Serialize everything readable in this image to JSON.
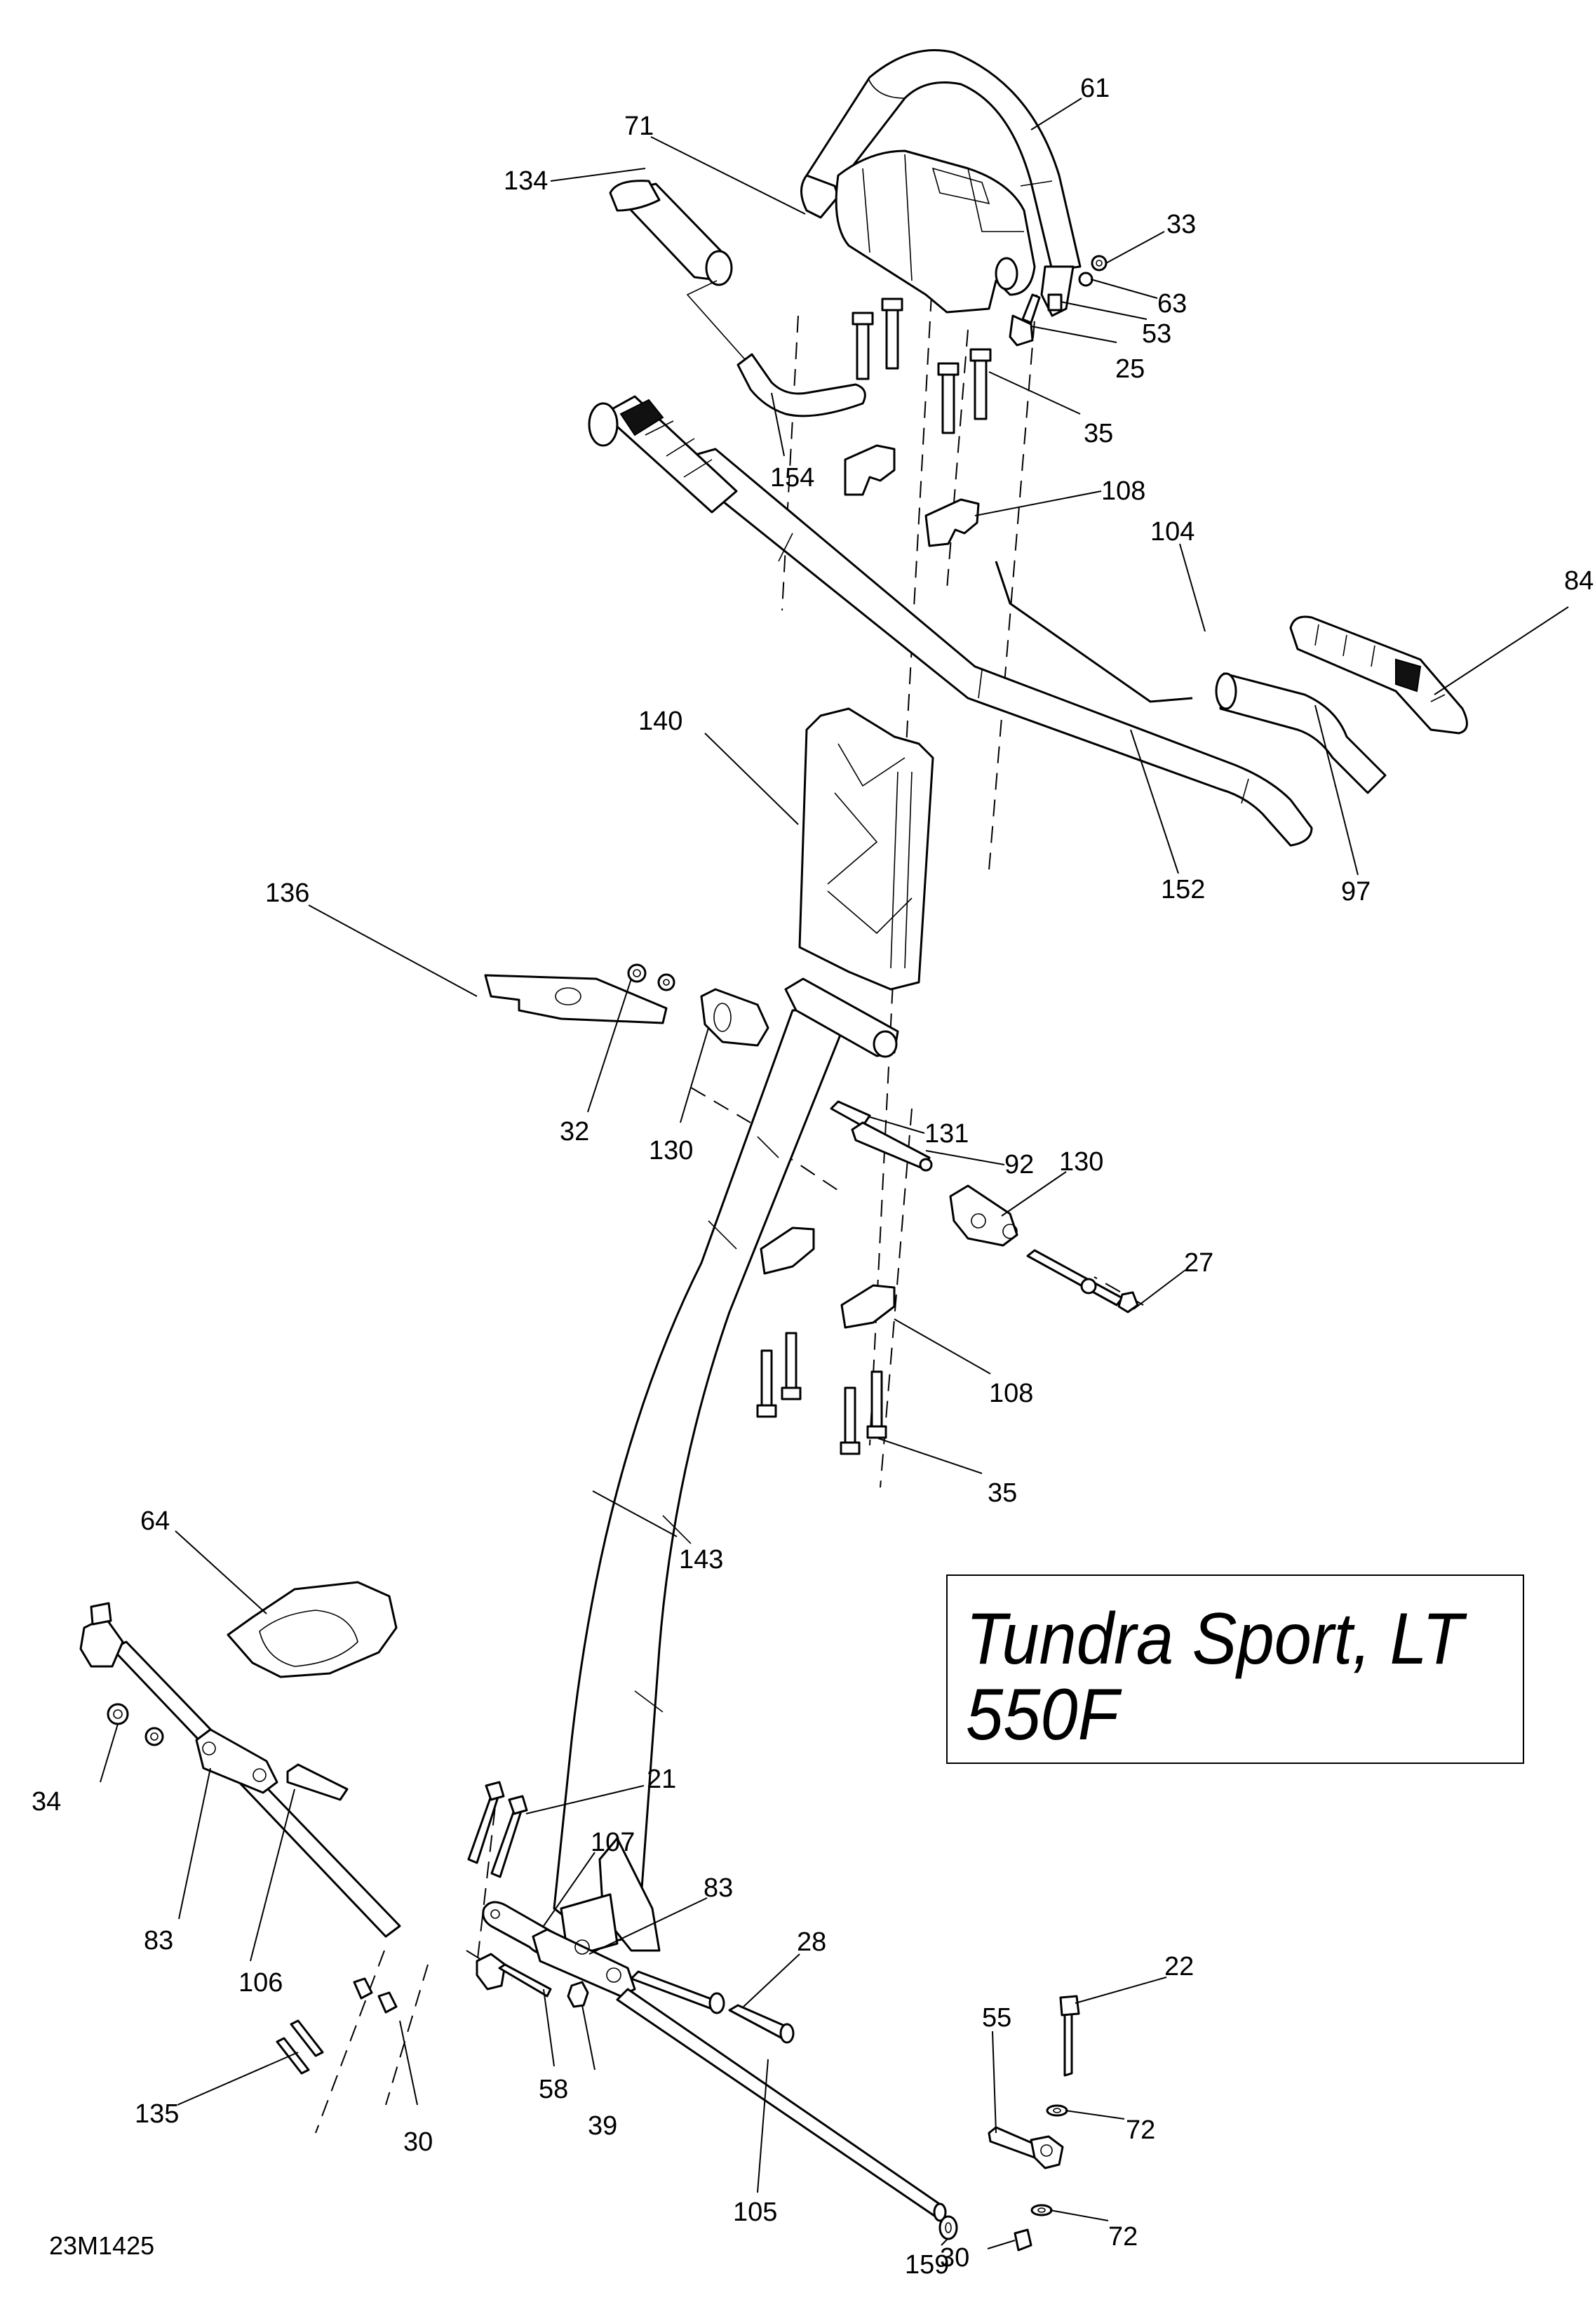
{
  "diagram": {
    "type": "exploded-parts-diagram",
    "subject": "Steering column and handlebar assembly",
    "model_box": {
      "line1": "Tundra Sport, LT",
      "line2": "550F"
    },
    "reference_code": "23M1425",
    "callouts": [
      {
        "id": "71",
        "part": "handlebar-cover"
      },
      {
        "id": "61",
        "part": "riser-handle"
      },
      {
        "id": "134",
        "part": "heated-grip-left"
      },
      {
        "id": "33",
        "part": "washer"
      },
      {
        "id": "63",
        "part": "nut"
      },
      {
        "id": "53",
        "part": "clamp-bracket"
      },
      {
        "id": "25",
        "part": "screw"
      },
      {
        "id": "35",
        "part": "flange-screw-upper"
      },
      {
        "id": "154",
        "part": "heating-element-left"
      },
      {
        "id": "108",
        "part": "handlebar-clamp-upper"
      },
      {
        "id": "104",
        "part": "heating-element-wire"
      },
      {
        "id": "84",
        "part": "grip-right"
      },
      {
        "id": "140",
        "part": "riser-block"
      },
      {
        "id": "152",
        "part": "handlebar"
      },
      {
        "id": "97",
        "part": "heating-element-right"
      },
      {
        "id": "136",
        "part": "plate"
      },
      {
        "id": "32",
        "part": "nut-washer"
      },
      {
        "id": "130",
        "part": "bushing-holder-left"
      },
      {
        "id": "131",
        "part": "bushing"
      },
      {
        "id": "92",
        "part": "sleeve"
      },
      {
        "id": "130",
        "part": "bushing-holder-right"
      },
      {
        "id": "27",
        "part": "bolt"
      },
      {
        "id": "108",
        "part": "handlebar-clamp-lower"
      },
      {
        "id": "35",
        "part": "flange-screw-lower"
      },
      {
        "id": "143",
        "part": "steering-column"
      },
      {
        "id": "64",
        "part": "cover-cap"
      },
      {
        "id": "21",
        "part": "screw-pair"
      },
      {
        "id": "34",
        "part": "nut-left"
      },
      {
        "id": "107",
        "part": "link-plate"
      },
      {
        "id": "83",
        "part": "rod-end-left"
      },
      {
        "id": "83",
        "part": "rod-end-right"
      },
      {
        "id": "106",
        "part": "spacer"
      },
      {
        "id": "28",
        "part": "shoulder-bolt"
      },
      {
        "id": "22",
        "part": "bolt"
      },
      {
        "id": "58",
        "part": "ball-joint"
      },
      {
        "id": "39",
        "part": "jam-nut"
      },
      {
        "id": "135",
        "part": "bushing-pair"
      },
      {
        "id": "30",
        "part": "nut-lower"
      },
      {
        "id": "55",
        "part": "tie-rod-end"
      },
      {
        "id": "72",
        "part": "washer-upper"
      },
      {
        "id": "105",
        "part": "tie-rod"
      },
      {
        "id": "159",
        "part": "washer"
      },
      {
        "id": "72",
        "part": "washer-lower"
      },
      {
        "id": "30",
        "part": "nut-bottom"
      }
    ]
  }
}
